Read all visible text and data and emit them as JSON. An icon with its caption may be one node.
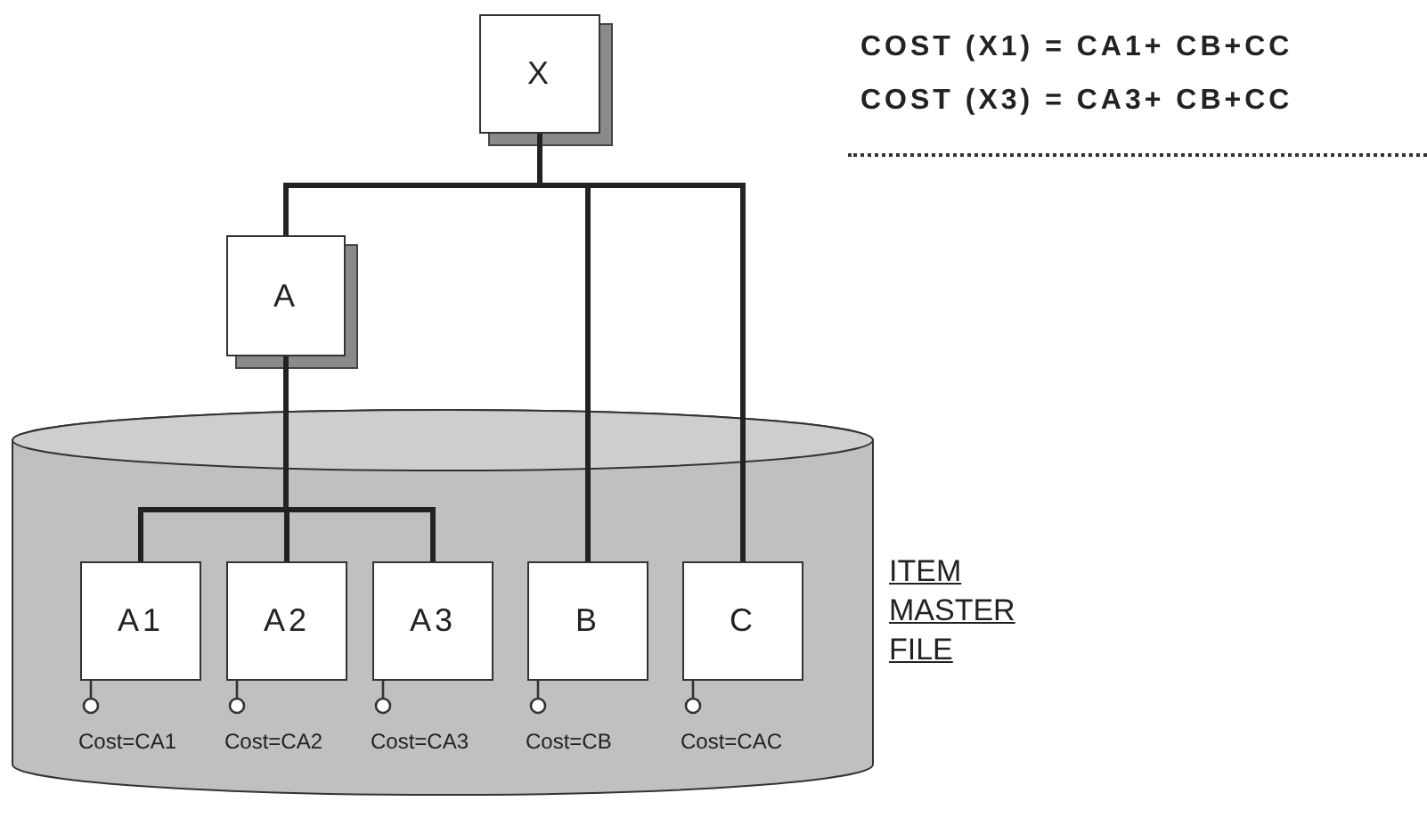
{
  "diagram": {
    "nodes": [
      {
        "text": [
          "X"
        ]
      },
      {
        "text": [
          "A"
        ]
      },
      {
        "text": [],
        "shape": "cylinder",
        "beside": [
          "ITEM MASTER FILE"
        ]
      },
      {
        "text": [
          "A1"
        ],
        "in": 2,
        "beside": [
          "Cost=CA1"
        ]
      },
      {
        "text": [
          "A2"
        ],
        "in": 2,
        "beside": [
          "Cost=CA2"
        ]
      },
      {
        "text": [
          "A3"
        ],
        "in": 2,
        "beside": [
          "Cost=CA3"
        ]
      },
      {
        "text": [
          "B"
        ],
        "in": 2,
        "beside": [
          "Cost=CB"
        ]
      },
      {
        "text": [
          "C"
        ],
        "in": 2,
        "beside": [
          "Cost=CAC"
        ]
      }
    ],
    "edges": [
      {
        "from": 0,
        "to": 1,
        "arrow": "none"
      },
      {
        "from": 0,
        "to": 6,
        "arrow": "none"
      },
      {
        "from": 0,
        "to": 7,
        "arrow": "none"
      },
      {
        "from": 1,
        "to": 3,
        "arrow": "none"
      },
      {
        "from": 1,
        "to": 4,
        "arrow": "none"
      },
      {
        "from": 1,
        "to": 5,
        "arrow": "none"
      }
    ],
    "labels": [
      "COST (X1) = CA1+ CB+CC",
      "COST (X3) = CA3+ CB+CC"
    ]
  }
}
